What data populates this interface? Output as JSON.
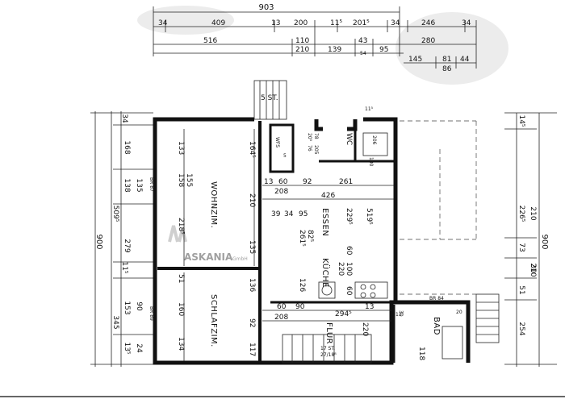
{
  "rooms": {
    "wohnzim": "WOHNZIM.",
    "schlafzim": "SCHLAFZIM.",
    "essen": "ESSEN",
    "kueche": "KÜCHE",
    "flur": "FLUR",
    "wc": "WC",
    "bad": "BAD",
    "wfs": "WFS"
  },
  "stairs": {
    "top": "5 ST.",
    "bottom_1": "17 ST.",
    "bottom_2": "27/18⁸"
  },
  "watermark": {
    "text": "ASKANIA",
    "suffix": "GmbH"
  },
  "dims_top": {
    "r1": [
      "903"
    ],
    "r2": [
      "34",
      "409",
      "13",
      "200",
      "11⁵",
      "201⁵",
      "34",
      "246",
      "34"
    ],
    "r3": [
      "516",
      "110",
      "43",
      "280"
    ],
    "r4": [
      "210",
      "139",
      "54",
      "95"
    ],
    "r5": [
      "145",
      "81",
      "44",
      "86"
    ]
  },
  "dims_left": {
    "outer": "900",
    "mid": [
      "509⁵",
      "345"
    ],
    "inner": [
      "34",
      "168",
      "138",
      "279",
      "11⁵",
      "153",
      "13⁵"
    ],
    "inner2": [
      "135",
      "90",
      "24"
    ]
  },
  "dims_right": {
    "outer": "900",
    "inner": [
      "14⁵",
      "226⁵",
      "73",
      "30",
      "51",
      "254"
    ],
    "inner2": [
      "210",
      "210"
    ]
  },
  "dims_interior": {
    "wohn_h": [
      "133",
      "158",
      "155",
      "218⁵",
      "210",
      "135",
      "164⁵"
    ],
    "schlaf_h": [
      "136",
      "51",
      "160",
      "134",
      "13⁴",
      "92",
      "117"
    ],
    "misc": [
      "13",
      "60",
      "92",
      "261",
      "208",
      "426",
      "39",
      "34",
      "95",
      "229⁵",
      "519⁵",
      "261⁵",
      "82⁵",
      "60",
      "100",
      "220",
      "126",
      "60",
      "90",
      "60",
      "90",
      "208",
      "294⁵",
      "13",
      "11⁵",
      "220",
      "118",
      "20",
      "BR 84",
      "BR 89",
      "BR 87",
      "30",
      "5",
      "20⁵",
      "78",
      "76",
      "205",
      "206",
      "100",
      "11⁵",
      "34"
    ]
  }
}
